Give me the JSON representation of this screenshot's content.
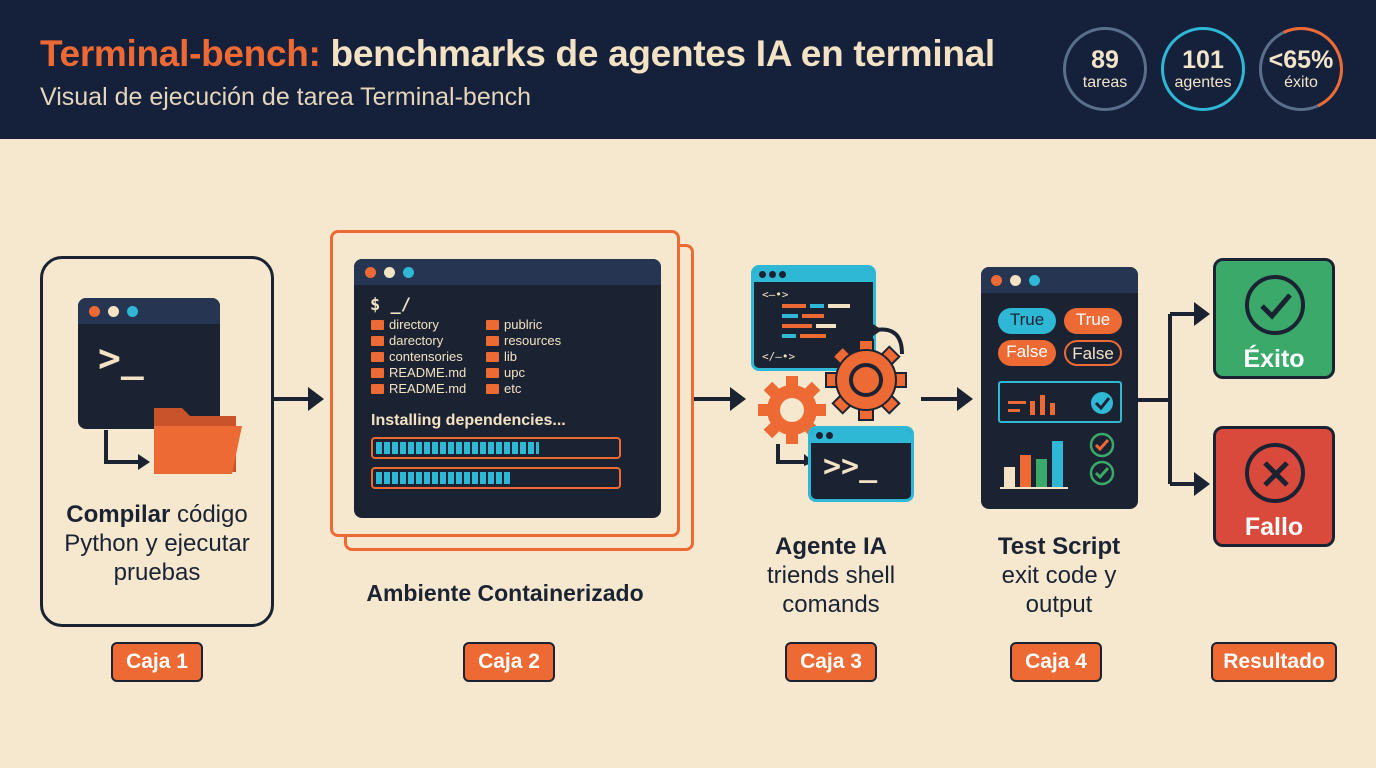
{
  "header": {
    "title_accent": "Terminal-bench:",
    "title_rest": " benchmarks de agentes IA en terminal",
    "subtitle": "Visual de ejecución de tarea Terminal-bench",
    "stats": [
      {
        "value": "89",
        "label": "tareas"
      },
      {
        "value": "101",
        "label": "agentes"
      },
      {
        "value": "<65%",
        "label": "éxito"
      }
    ]
  },
  "stage1": {
    "prompt": ">_",
    "label_bold": "Compilar",
    "label_rest": " código Python y ejecutar pruebas",
    "badge": "Caja 1"
  },
  "stage2": {
    "prompt": "$ _/",
    "files_left": [
      "directory",
      "darectory",
      "contensories",
      "README.md",
      "README.md"
    ],
    "files_right": [
      "publric",
      "resources",
      "lib",
      "upc",
      "etc"
    ],
    "installing": "Installing dependencies...",
    "progress": [
      0.68,
      0.56
    ],
    "label": "Ambiente Containerizado",
    "badge": "Caja 2"
  },
  "stage3": {
    "code_open": "<—•>",
    "code_close": "</—•>",
    "prompt": ">>_",
    "label_title": "Agente IA",
    "label_line1": "triends shell",
    "label_line2": "comands",
    "badge": "Caja 3"
  },
  "stage4": {
    "pills": [
      "True",
      "True",
      "False",
      "False"
    ],
    "label_title": "Test Script",
    "label_line1": "exit code y",
    "label_line2": "output",
    "badge": "Caja 4"
  },
  "results": {
    "success": "Éxito",
    "failure": "Fallo",
    "badge": "Resultado"
  },
  "colors": {
    "navy": "#15203a",
    "orange": "#ee6a35",
    "cyan": "#2fb7d6",
    "cream": "#f5e8cf",
    "green": "#3aa96a",
    "red": "#d94a3c"
  }
}
